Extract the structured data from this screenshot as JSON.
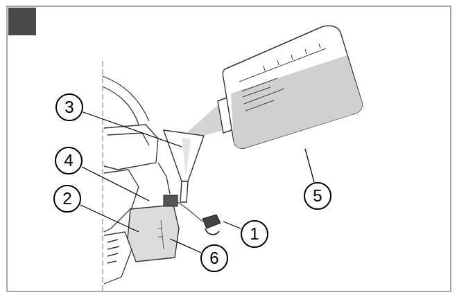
{
  "diagram": {
    "labels": [
      "3",
      "4",
      "2",
      "5",
      "1",
      "6"
    ]
  }
}
